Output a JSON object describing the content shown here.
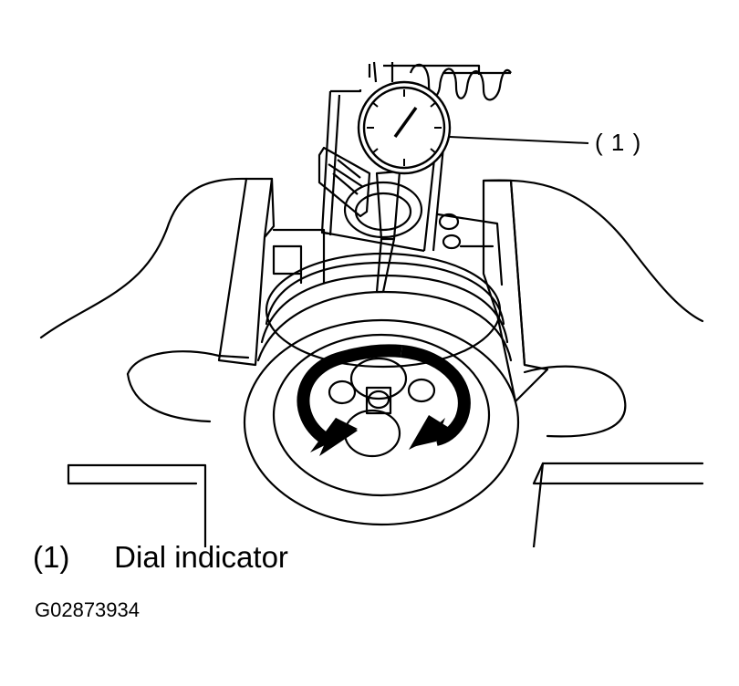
{
  "callouts": [
    {
      "id": "1",
      "label": "( 1 )"
    }
  ],
  "legend": [
    {
      "number": "(1)",
      "text": "Dial indicator"
    }
  ],
  "figure_id": "G02873934",
  "colors": {
    "ink": "#000000",
    "paper": "#ffffff"
  }
}
